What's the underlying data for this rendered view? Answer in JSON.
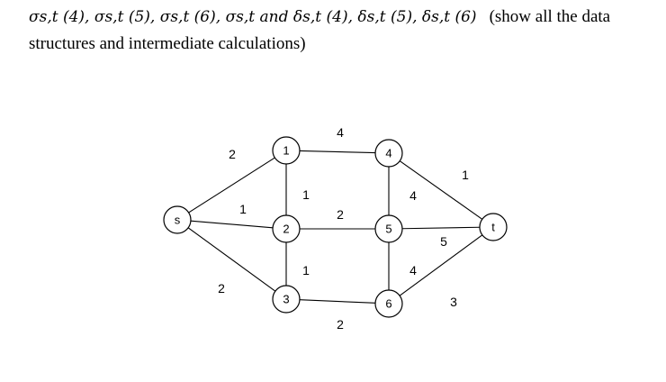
{
  "header": {
    "line1_math": "σs,t (4), σs,t (5), σs,t (6), σs,t  and  δs,t   (4),  δs,t   (5),  δs,t  (6)",
    "line1_text": "(show all the data",
    "line2_text": "structures and intermediate calculations)"
  },
  "graph": {
    "nodes": [
      {
        "id": "s",
        "label": "s"
      },
      {
        "id": "1",
        "label": "1"
      },
      {
        "id": "2",
        "label": "2"
      },
      {
        "id": "3",
        "label": "3"
      },
      {
        "id": "4",
        "label": "4"
      },
      {
        "id": "5",
        "label": "5"
      },
      {
        "id": "6",
        "label": "6"
      },
      {
        "id": "t",
        "label": "t"
      }
    ],
    "edges": [
      {
        "from": "s",
        "to": "1",
        "weight": "2"
      },
      {
        "from": "s",
        "to": "2",
        "weight": "1"
      },
      {
        "from": "s",
        "to": "3",
        "weight": "2"
      },
      {
        "from": "1",
        "to": "4",
        "weight": "4"
      },
      {
        "from": "1",
        "to": "2",
        "weight": "1"
      },
      {
        "from": "2",
        "to": "5",
        "weight": "2"
      },
      {
        "from": "2",
        "to": "3",
        "weight": "1"
      },
      {
        "from": "3",
        "to": "6",
        "weight": "2"
      },
      {
        "from": "4",
        "to": "5",
        "weight": "4"
      },
      {
        "from": "5",
        "to": "6",
        "weight": "4"
      },
      {
        "from": "4",
        "to": "t",
        "weight": "1"
      },
      {
        "from": "5",
        "to": "t",
        "weight": "5"
      },
      {
        "from": "6",
        "to": "t",
        "weight": "3"
      }
    ]
  }
}
